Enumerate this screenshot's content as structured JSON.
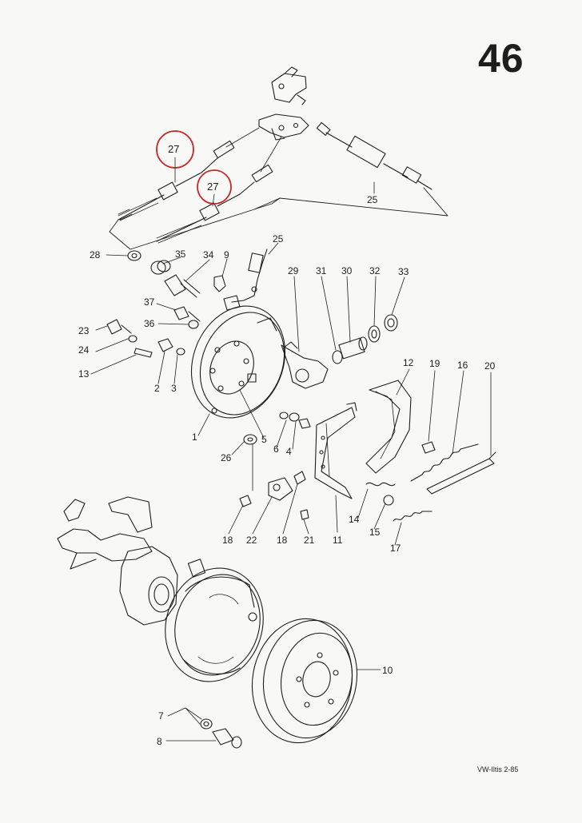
{
  "page": {
    "number": "46",
    "footer": "VW-Iltis 2-85"
  },
  "highlighted_callouts": [
    "27",
    "27"
  ],
  "callouts": [
    "25",
    "25",
    "28",
    "35",
    "34",
    "9",
    "29",
    "31",
    "30",
    "32",
    "33",
    "37",
    "36",
    "23",
    "24",
    "13",
    "2",
    "3",
    "1",
    "5",
    "6",
    "4",
    "26",
    "12",
    "19",
    "16",
    "20",
    "14",
    "15",
    "17",
    "18",
    "22",
    "18",
    "21",
    "11",
    "10",
    "7",
    "8"
  ],
  "colors": {
    "ink": "#1e1e1e",
    "paper": "#f8f8f6",
    "highlight": "#c42a2a"
  }
}
